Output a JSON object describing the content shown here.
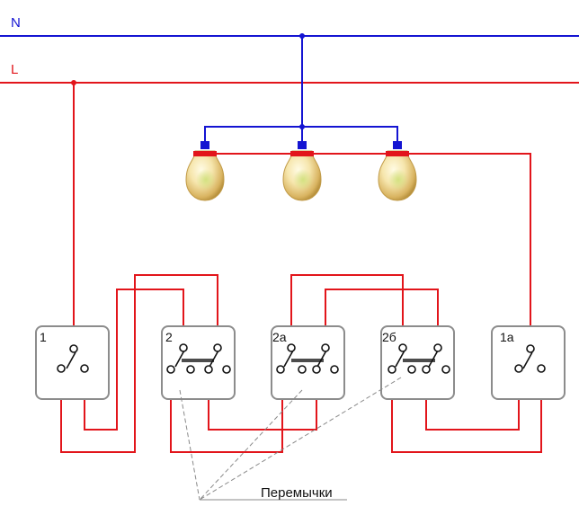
{
  "lines": {
    "neutral_label": "N",
    "live_label": "L"
  },
  "switches": [
    {
      "label": "1"
    },
    {
      "label": "2"
    },
    {
      "label": "2а"
    },
    {
      "label": "2б"
    },
    {
      "label": "1а"
    }
  ],
  "jumpers_caption": "Перемычки",
  "colors": {
    "neutral": "#1414d2",
    "live": "#e2151b",
    "box_border": "#8c8c8c",
    "bulb_glass": "#f2dc9a"
  }
}
